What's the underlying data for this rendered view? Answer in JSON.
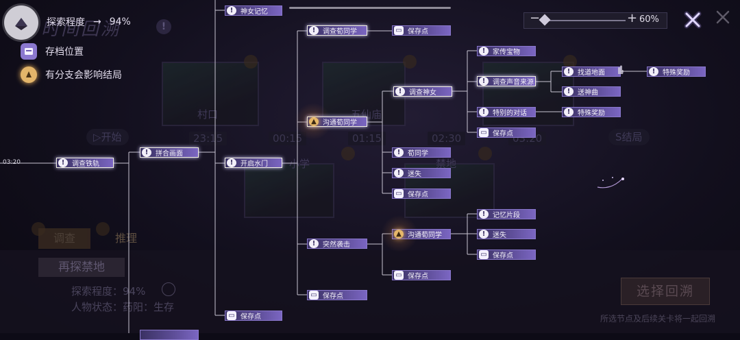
{
  "legend": {
    "progress_label": "探索程度",
    "progress_arrow": "→",
    "progress_value": "94%",
    "save_label": "存档位置",
    "branch_label": "有分支会影响结局"
  },
  "background": {
    "title": "时间回溯",
    "locations": [
      "村口",
      "五仙庙",
      "小学",
      "禁地"
    ],
    "times": [
      "23:15",
      "00:15",
      "01:15",
      "02:30",
      "03:20"
    ],
    "start_label": "开始",
    "end_label": "S结局",
    "tabs": [
      "调查",
      "推理"
    ],
    "revisit_button": "再探禁地",
    "stat_progress": "探索程度：94%",
    "stat_character": "人物状态：药阳：生存",
    "select_button": "选择回溯",
    "hint": "所选节点及后续关卡将一起回溯"
  },
  "zoom": {
    "value": "60%",
    "level": 0.0
  },
  "timeline": {
    "start_time": "03:20"
  },
  "nodes": {
    "n_diaocha_tiegui": "调查铁轨",
    "n_pinhe_huamian": "拼合画面",
    "n_shennu_jiyi": "神女记忆",
    "n_kaiqi_shuimen": "开启水门",
    "n_save_1": "保存点",
    "n_diaocha_xunxue": "调查荀同学",
    "n_goutong_xunxue": "沟通荀同学",
    "n_turan_xiji": "突然袭击",
    "n_save_2": "保存点",
    "n_save_3": "保存点",
    "n_diaocha_shennu": "调查神女",
    "n_xuntongxue": "荀同学",
    "n_mishi": "迷失",
    "n_save_4": "保存点",
    "n_goutong_xunxue2": "沟通荀同学",
    "n_save_5": "保存点",
    "n_jiachuan_baowu": "家传宝物",
    "n_diaocha_shengyin": "调查声音来源",
    "n_tebie_duihua": "特别的对话",
    "n_save_6": "保存点",
    "n_zhaodao_dimian": "找道地面",
    "n_songshenqu": "送神曲",
    "n_teshu_jiangli1": "特殊奖励",
    "n_teshu_jiangli2": "特殊奖励",
    "n_jiyi_pianduan": "记忆片段",
    "n_mishi2": "迷失",
    "n_save_7": "保存点"
  }
}
